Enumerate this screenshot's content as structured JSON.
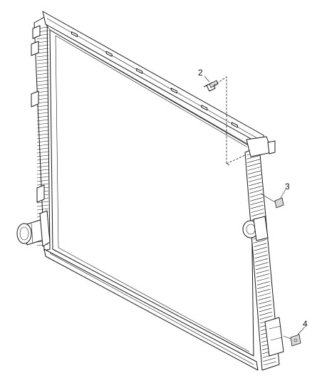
{
  "diagram": {
    "callouts": [
      {
        "id": "part-2",
        "label": "2"
      },
      {
        "id": "part-3",
        "label": "3"
      },
      {
        "id": "part-4",
        "label": "4"
      }
    ]
  }
}
